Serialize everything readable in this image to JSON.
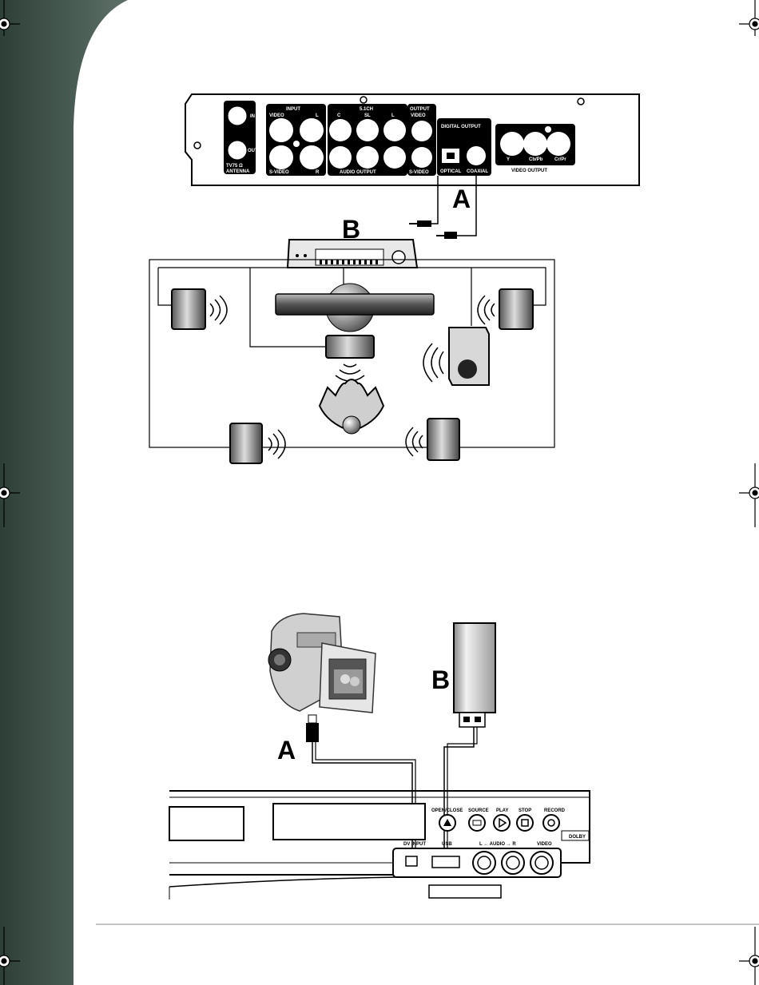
{
  "diagram1": {
    "label_a": "A",
    "label_b": "B",
    "panel": {
      "antenna_in": "IN",
      "antenna_out": "OUT",
      "antenna_label_1": "TV75 Ω",
      "antenna_label_2": "ANTENNA",
      "input_title": "INPUT",
      "input_video": "VIDEO",
      "input_l": "L",
      "input_svideo": "S-VIDEO",
      "input_r": "R",
      "ch_title": "5.1CH",
      "ch_c": "C",
      "ch_sl": "SL",
      "ch_l": "L",
      "audio_output": "AUDIO OUTPUT",
      "output_title": "OUTPUT",
      "output_video": "VIDEO",
      "output_svideo": "S-VIDEO",
      "digital_output": "DIGITAL OUTPUT",
      "optical": "OPTICAL",
      "coaxial": "COAXIAL",
      "video_y": "Y",
      "video_cb": "Cb/Pb",
      "video_cr": "Cr/Pr",
      "video_output": "VIDEO OUTPUT"
    }
  },
  "diagram2": {
    "label_a": "A",
    "label_b": "B",
    "front": {
      "open_close": "OPEN/CLOSE",
      "source": "SOURCE",
      "play": "PLAY",
      "stop": "STOP",
      "record": "RECORD",
      "dv_input": "DV INPUT",
      "usb": "USB",
      "audio": "L ← AUDIO → R",
      "video": "VIDEO",
      "logo": "DOLBY"
    }
  },
  "colors": {
    "sidebar": "#3b4d45",
    "ink": "#000000"
  }
}
